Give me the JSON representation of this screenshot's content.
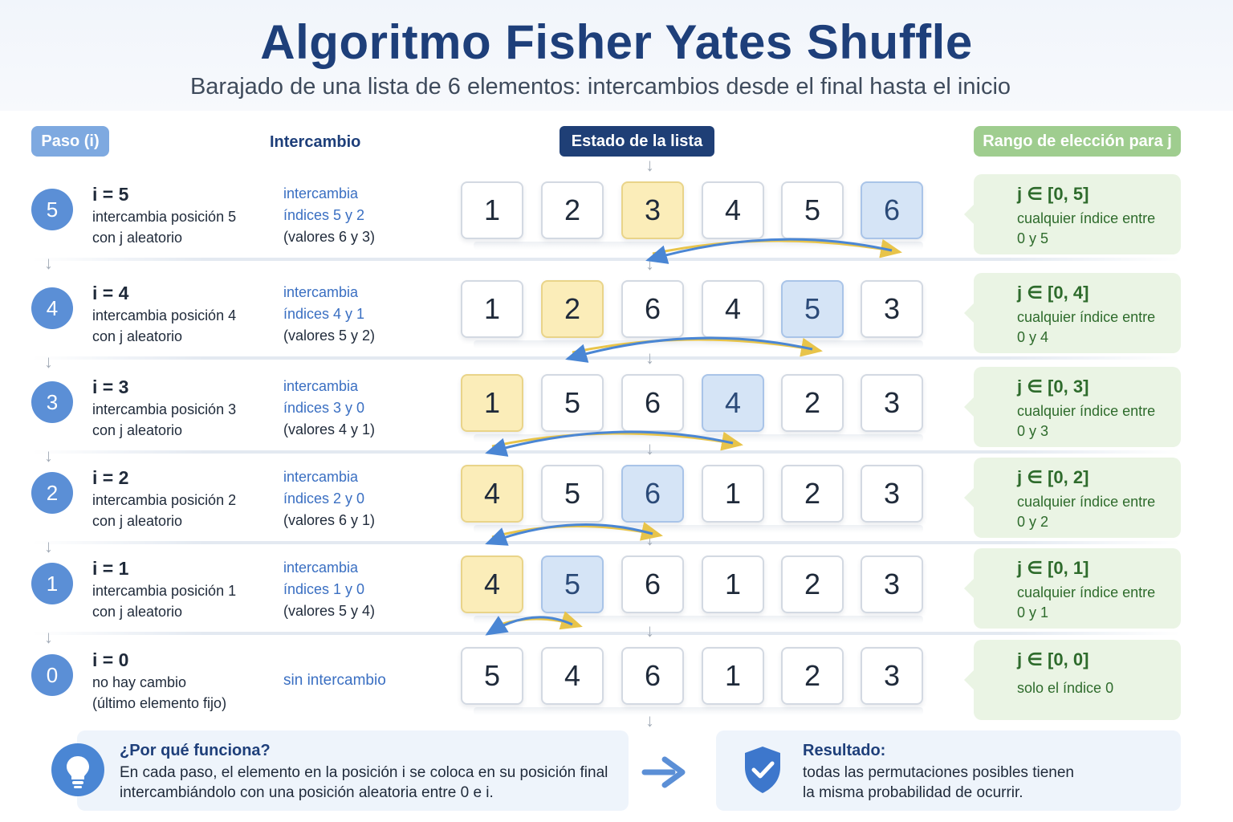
{
  "header": {
    "title": "Algoritmo Fisher Yates Shuffle",
    "subtitle": "Barajado de una lista de 6 elementos: intercambios desde el final hasta el inicio"
  },
  "columns": {
    "step": "Paso (i)",
    "swap": "Intercambio",
    "state": "Estado de la lista",
    "range": "Rango de elección para j"
  },
  "colors": {
    "chosen_j": "#fbedb9",
    "position_i": "#d5e4f6",
    "arrow_yellow": "#e8c44a",
    "arrow_blue": "#4a86d4",
    "badge": "#5b8fd6"
  },
  "steps": [
    {
      "badge": "5",
      "title": "i = 5",
      "line1": "intercambia posición 5",
      "line2": "con j aleatorio",
      "swap_a": "intercambia",
      "swap_b": "índices 5 y 2",
      "swap_c": "(valores 6 y 3)",
      "list": [
        "1",
        "2",
        "3",
        "4",
        "5",
        "6"
      ],
      "i_index": 5,
      "j_index": 2,
      "range_title": "j ∈ [0, 5]",
      "range_l1": "cualquier índice entre",
      "range_l2": "0 y 5"
    },
    {
      "badge": "4",
      "title": "i = 4",
      "line1": "intercambia posición 4",
      "line2": "con j aleatorio",
      "swap_a": "intercambia",
      "swap_b": "índices 4 y 1",
      "swap_c": "(valores 5 y 2)",
      "list": [
        "1",
        "2",
        "6",
        "4",
        "5",
        "3"
      ],
      "i_index": 4,
      "j_index": 1,
      "range_title": "j ∈ [0, 4]",
      "range_l1": "cualquier índice entre",
      "range_l2": "0 y 4"
    },
    {
      "badge": "3",
      "title": "i = 3",
      "line1": "intercambia posición 3",
      "line2": "con j aleatorio",
      "swap_a": "intercambia",
      "swap_b": "índices 3 y 0",
      "swap_c": "(valores 4 y 1)",
      "list": [
        "1",
        "5",
        "6",
        "4",
        "2",
        "3"
      ],
      "i_index": 3,
      "j_index": 0,
      "range_title": "j ∈ [0, 3]",
      "range_l1": "cualquier índice entre",
      "range_l2": "0 y 3"
    },
    {
      "badge": "2",
      "title": "i = 2",
      "line1": "intercambia posición 2",
      "line2": "con j aleatorio",
      "swap_a": "intercambia",
      "swap_b": "índices 2 y 0",
      "swap_c": "(valores 6 y 1)",
      "list": [
        "4",
        "5",
        "6",
        "1",
        "2",
        "3"
      ],
      "i_index": 2,
      "j_index": 0,
      "range_title": "j ∈ [0, 2]",
      "range_l1": "cualquier índice entre",
      "range_l2": "0 y 2"
    },
    {
      "badge": "1",
      "title": "i = 1",
      "line1": "intercambia posición 1",
      "line2": "con j aleatorio",
      "swap_a": "intercambia",
      "swap_b": "índices 1 y 0",
      "swap_c": "(valores 5 y 4)",
      "list": [
        "4",
        "5",
        "6",
        "1",
        "2",
        "3"
      ],
      "i_index": 1,
      "j_index": 0,
      "range_title": "j ∈ [0, 1]",
      "range_l1": "cualquier índice entre",
      "range_l2": "0 y 1"
    },
    {
      "badge": "0",
      "title": "i = 0",
      "line1": "no hay cambio",
      "line2": "(último elemento fijo)",
      "swap_only": "sin intercambio",
      "list": [
        "5",
        "4",
        "6",
        "1",
        "2",
        "3"
      ],
      "range_title": "j ∈ [0, 0]",
      "range_l1": "solo el índice 0",
      "range_l2": ""
    }
  ],
  "footer": {
    "why_title": "¿Por qué funciona?",
    "why_line1": "En cada paso, el elemento en la posición i se coloca en su posición final",
    "why_line2": "intercambiándolo con una posición aleatoria entre 0 e i.",
    "result_title": "Resultado:",
    "result_line1": "todas las permutaciones posibles tienen",
    "result_line2": "la misma probabilidad de ocurrir."
  }
}
